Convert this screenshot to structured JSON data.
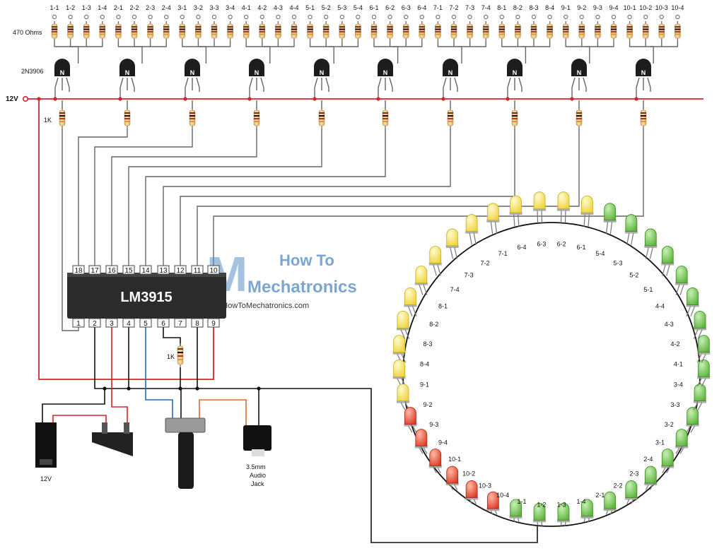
{
  "labels": {
    "resistor_470": "470 Ohms",
    "transistor": "2N3906",
    "supply": "12V",
    "resistor_1k": "1K",
    "resistor_1k_bottom": "1K",
    "chip": "LM3915",
    "dc_jack": "12V",
    "audio_jack": [
      "3.5mm",
      "Audio",
      "Jack"
    ],
    "transistor_letter": "N"
  },
  "top_pins": [
    "1-1",
    "1-2",
    "1-3",
    "1-4",
    "2-1",
    "2-2",
    "2-3",
    "2-4",
    "3-1",
    "3-2",
    "3-3",
    "3-4",
    "4-1",
    "4-2",
    "4-3",
    "4-4",
    "5-1",
    "5-2",
    "5-3",
    "5-4",
    "6-1",
    "6-2",
    "6-3",
    "6-4",
    "7-1",
    "7-2",
    "7-3",
    "7-4",
    "8-1",
    "8-2",
    "8-3",
    "8-4",
    "9-1",
    "9-2",
    "9-3",
    "9-4",
    "10-1",
    "10-2",
    "10-3",
    "10-4"
  ],
  "chip_pins_top": [
    "18",
    "17",
    "16",
    "15",
    "14",
    "13",
    "12",
    "11",
    "10"
  ],
  "chip_pins_bottom": [
    "1",
    "2",
    "3",
    "4",
    "5",
    "6",
    "7",
    "8",
    "9"
  ],
  "watermark": {
    "line1": "How To",
    "line2": "Mechatronics",
    "url": "www.HowToMechatronics.com"
  },
  "ring_labels": [
    "1-1",
    "1-2",
    "1-3",
    "1-4",
    "2-1",
    "2-2",
    "2-3",
    "2-4",
    "3-1",
    "3-2",
    "3-3",
    "3-4",
    "4-1",
    "4-2",
    "4-3",
    "4-4",
    "5-1",
    "5-2",
    "5-3",
    "5-4",
    "6-1",
    "6-2",
    "6-3",
    "6-4",
    "7-1",
    "7-2",
    "7-3",
    "7-4",
    "8-1",
    "8-2",
    "8-3",
    "8-4",
    "9-1",
    "9-2",
    "9-3",
    "9-4",
    "10-1",
    "10-2",
    "10-3",
    "10-4"
  ],
  "colors": {
    "wire_red": "#d8232a",
    "wire_black": "#111111",
    "wire_grey": "#666666",
    "wire_blue": "#2a6db5",
    "wire_orange": "#e06b2a",
    "led_green": "#6cc04a",
    "led_yellow": "#f5e35a",
    "led_red": "#e8412e",
    "chip_body": "#2b2b2b"
  }
}
